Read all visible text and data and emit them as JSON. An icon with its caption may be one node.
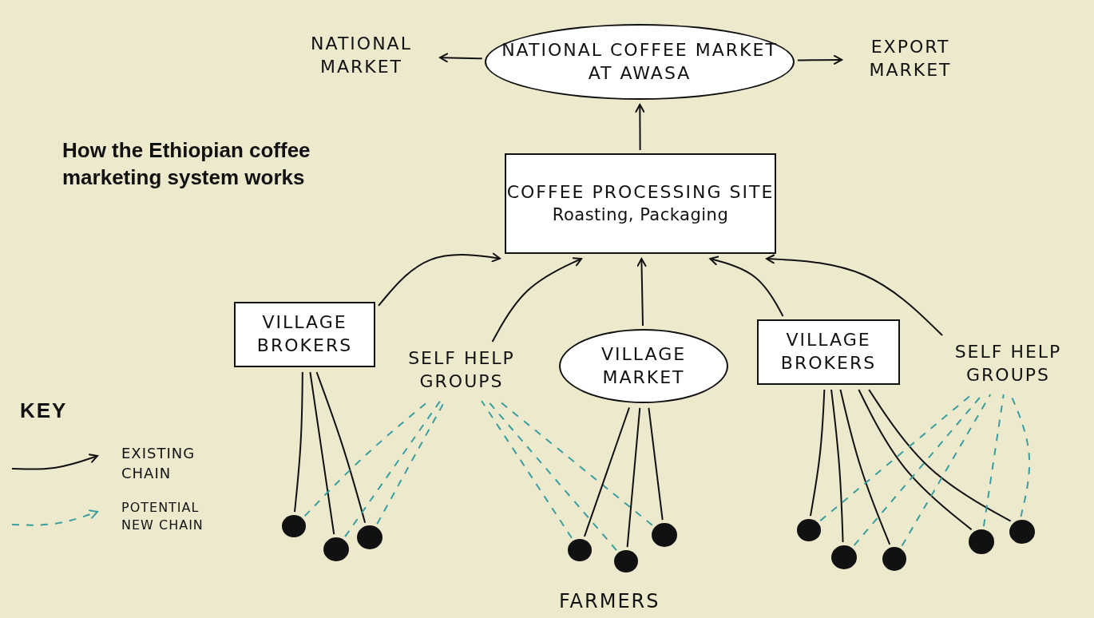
{
  "diagram": {
    "title": "How the Ethiopian coffee marketing system works",
    "nodes": [
      {
        "text": [
          "NATIONAL COFFEE MARKET AT AWASA"
        ]
      },
      {
        "text": [
          "NATIONAL MARKET"
        ]
      },
      {
        "text": [
          "EXPORT MARKET"
        ]
      },
      {
        "text": [
          "COFFEE PROCESSING SITE",
          "Roasting, Packaging"
        ]
      },
      {
        "text": [
          "VILLAGE BROKERS"
        ]
      },
      {
        "text": [
          "SELF HELP GROUPS"
        ]
      },
      {
        "text": [
          "VILLAGE MARKET"
        ]
      },
      {
        "text": [
          "VILLAGE BROKERS"
        ]
      },
      {
        "text": [
          "SELF HELP GROUPS"
        ]
      },
      {
        "text": [],
        "shape": "circle"
      },
      {
        "text": [],
        "shape": "circle"
      },
      {
        "text": [],
        "shape": "circle"
      },
      {
        "text": [],
        "shape": "circle"
      },
      {
        "text": [],
        "shape": "circle"
      },
      {
        "text": [],
        "shape": "circle"
      },
      {
        "text": [],
        "shape": "circle"
      },
      {
        "text": [],
        "shape": "circle"
      },
      {
        "text": [],
        "shape": "circle"
      },
      {
        "text": [],
        "shape": "circle"
      },
      {
        "text": [],
        "shape": "circle"
      }
    ],
    "edges": [
      {
        "from": 0,
        "to": 1,
        "arrow": "to"
      },
      {
        "from": 0,
        "to": 2,
        "arrow": "to"
      },
      {
        "from": 3,
        "to": 0,
        "arrow": "to"
      },
      {
        "from": 4,
        "to": 3,
        "arrow": "to"
      },
      {
        "from": 5,
        "to": 3,
        "arrow": "to"
      },
      {
        "from": 6,
        "to": 3,
        "arrow": "to"
      },
      {
        "from": 7,
        "to": 3,
        "arrow": "to"
      },
      {
        "from": 8,
        "to": 3,
        "arrow": "to"
      },
      {
        "from": 9,
        "to": 4,
        "arrow": "none"
      },
      {
        "from": 10,
        "to": 4,
        "arrow": "none"
      },
      {
        "from": 11,
        "to": 4,
        "arrow": "none"
      },
      {
        "from": 9,
        "to": 5,
        "arrow": "none",
        "style": "dashed",
        "color": "#3a9ea0"
      },
      {
        "from": 10,
        "to": 5,
        "arrow": "none",
        "style": "dashed",
        "color": "#3a9ea0"
      },
      {
        "from": 11,
        "to": 5,
        "arrow": "none",
        "style": "dashed",
        "color": "#3a9ea0"
      },
      {
        "from": 12,
        "to": 5,
        "arrow": "none",
        "style": "dashed",
        "color": "#3a9ea0"
      },
      {
        "from": 13,
        "to": 5,
        "arrow": "none",
        "style": "dashed",
        "color": "#3a9ea0"
      },
      {
        "from": 14,
        "to": 5,
        "arrow": "none",
        "style": "dashed",
        "color": "#3a9ea0"
      },
      {
        "from": 12,
        "to": 6,
        "arrow": "none"
      },
      {
        "from": 13,
        "to": 6,
        "arrow": "none"
      },
      {
        "from": 14,
        "to": 6,
        "arrow": "none"
      },
      {
        "from": 15,
        "to": 7,
        "arrow": "none"
      },
      {
        "from": 16,
        "to": 7,
        "arrow": "none"
      },
      {
        "from": 17,
        "to": 7,
        "arrow": "none"
      },
      {
        "from": 18,
        "to": 7,
        "arrow": "none"
      },
      {
        "from": 19,
        "to": 7,
        "arrow": "none"
      },
      {
        "from": 15,
        "to": 8,
        "arrow": "none",
        "style": "dashed",
        "color": "#3a9ea0"
      },
      {
        "from": 16,
        "to": 8,
        "arrow": "none",
        "style": "dashed",
        "color": "#3a9ea0"
      },
      {
        "from": 17,
        "to": 8,
        "arrow": "none",
        "style": "dashed",
        "color": "#3a9ea0"
      },
      {
        "from": 18,
        "to": 8,
        "arrow": "none",
        "style": "dashed",
        "color": "#3a9ea0"
      },
      {
        "from": 19,
        "to": 8,
        "arrow": "none",
        "style": "dashed",
        "color": "#3a9ea0"
      }
    ],
    "labels": [
      "KEY",
      "FARMERS"
    ],
    "legend": [
      {
        "text": "EXISTING CHAIN"
      },
      {
        "text": "POTENTIAL NEW CHAIN"
      }
    ]
  }
}
